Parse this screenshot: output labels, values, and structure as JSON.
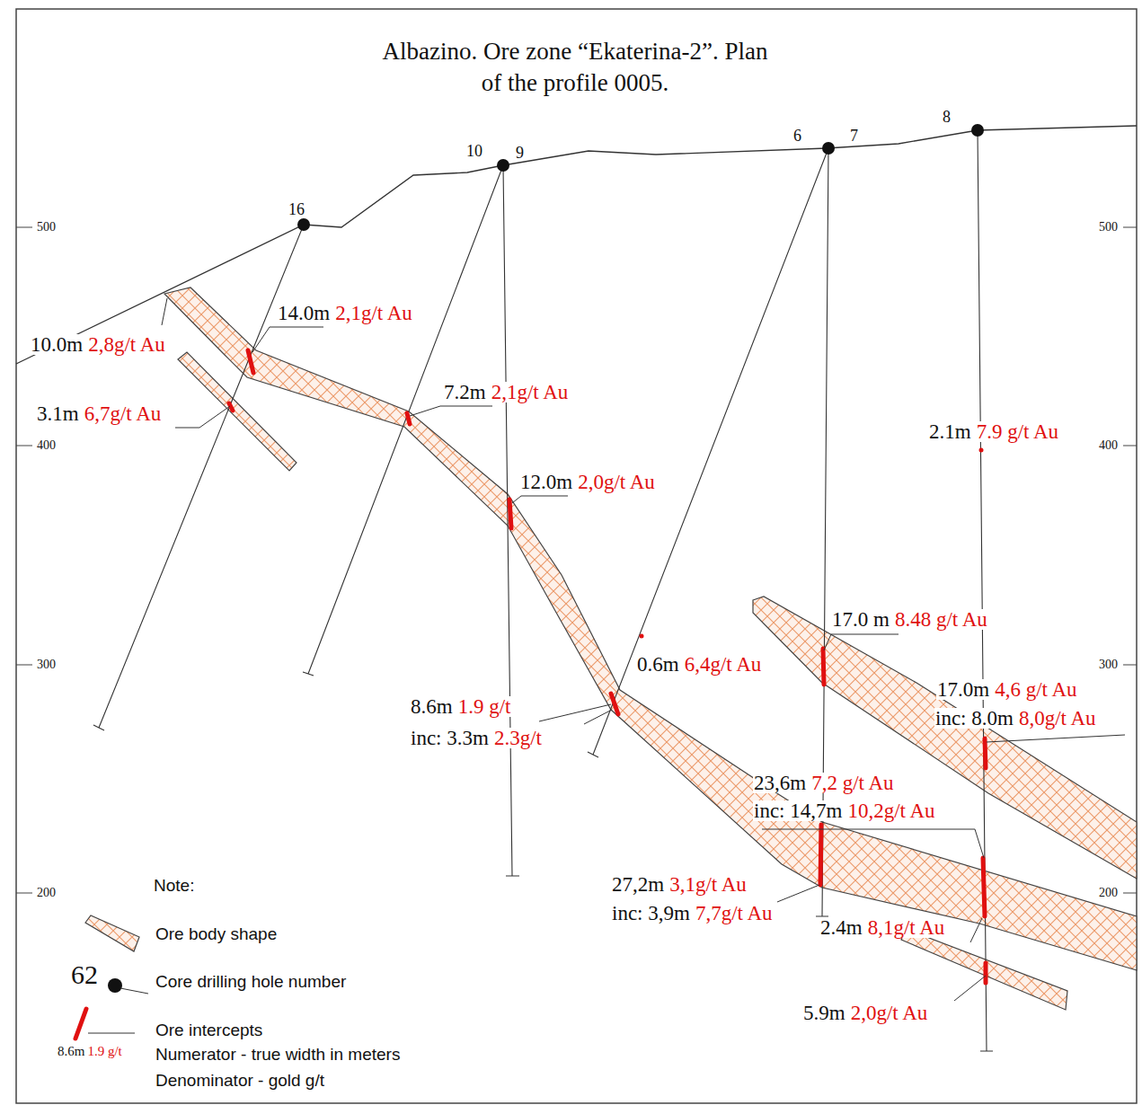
{
  "diagram": {
    "title": "Albazino. Ore zone “Ekaterina-2”. Plan of the profile 0005.",
    "labels": [
      "16",
      "10",
      "9",
      "6",
      "7",
      "8",
      "500",
      "400",
      "300",
      "200",
      "500",
      "400",
      "300",
      "200",
      "10.0m",
      "2,8g/t Au",
      "14.0m",
      "2,1g/t Au",
      "3.1m",
      "6,7g/t Au",
      "7.2m",
      "2,1g/t Au",
      "12.0m",
      "2,0g/t Au",
      "2.1m",
      "7.9 g/t Au",
      "17.0 m",
      "8.48 g/t Au",
      "0.6m",
      "6,4g/t Au",
      "17.0m",
      "4,6 g/t Au",
      "inc: 8.0m",
      "8,0g/t Au",
      "8.6m",
      "1.9 g/t",
      "inc: 3.3m",
      "2.3g/t",
      "23,6m",
      "7,2 g/t Au",
      "inc: 14,7m",
      "10,2g/t Au",
      "27,2m",
      "3,1g/t Au",
      "inc: 3,9m",
      "7,7g/t Au",
      "2.4m",
      "8,1g/t Au",
      "5.9m",
      "2,0g/t Au",
      "Note:",
      "62",
      "8.6m",
      "1.9 g/t"
    ],
    "legend": [
      {
        "text": "Ore body shape"
      },
      {
        "text": "Core drilling hole number"
      },
      {
        "text": "Ore intercepts"
      },
      {
        "text": "Numerator - true width in meters"
      },
      {
        "text": "Denominator - gold g/t"
      }
    ]
  }
}
